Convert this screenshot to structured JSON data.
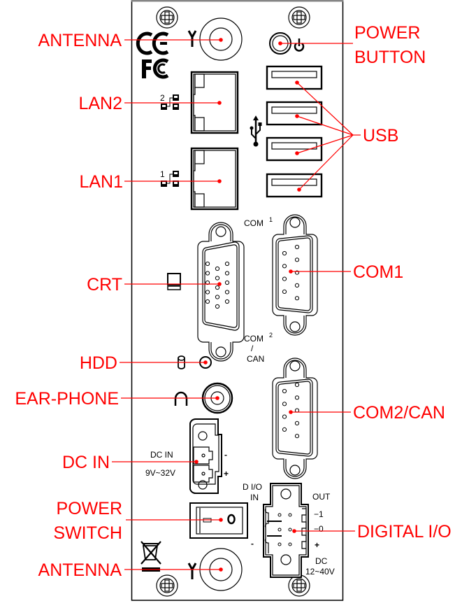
{
  "diagram": {
    "title": "I/O panel connector layout",
    "colors": {
      "callout": "#ff0000",
      "outline": "#000000",
      "background": "#ffffff"
    },
    "callouts": {
      "antenna_top": "ANTENNA",
      "lan2": "LAN2",
      "lan1": "LAN1",
      "crt": "CRT",
      "hdd": "HDD",
      "earphone": "EAR-PHONE",
      "dc_in": "DC IN",
      "power_switch_line1": "POWER",
      "power_switch_line2": "SWITCH",
      "antenna_bottom": "ANTENNA",
      "power_button_line1": "POWER",
      "power_button_line2": "BUTTON",
      "usb": "USB",
      "com1": "COM1",
      "com2_can": "COM2/CAN",
      "digital_io": "DIGITAL I/O"
    },
    "panel_labels": {
      "lan2_index": "2",
      "lan1_index": "1",
      "com1_text": "COM",
      "com1_sup": "1",
      "com2_text": "COM",
      "com2_sup": "2",
      "com2_slash": "/",
      "com2_can": "CAN",
      "dc_in": "DC IN",
      "dc_in_range": "9V~32V",
      "dc_minus": "-",
      "dc_plus": "+",
      "dio_title": "D I/O",
      "dio_in": "IN",
      "dio_out": "OUT",
      "dio_pin1": "−1",
      "dio_pin0": "−0",
      "dio_plus": "+",
      "dio_minus": "-",
      "dio_dc": "DC",
      "dio_range": "12~40V"
    },
    "icons": {
      "ce_mark": "CE",
      "fcc_mark": "FC",
      "antenna": "antenna-icon",
      "power": "power-icon",
      "usb": "usb-icon",
      "monitor": "monitor-icon",
      "hdd": "hdd-icon",
      "headphone": "headphone-icon",
      "weee": "weee-bin-icon"
    },
    "usb_port_count": 4
  }
}
